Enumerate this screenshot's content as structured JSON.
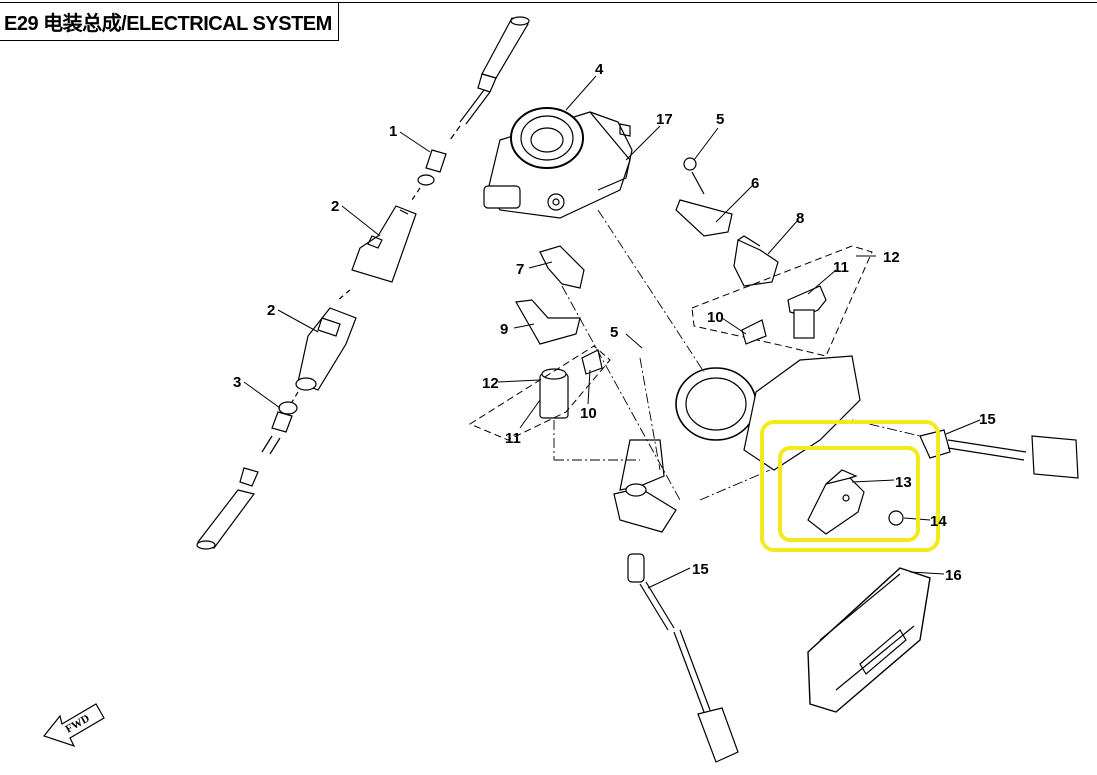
{
  "diagram": {
    "title": "E29 电装总成/ELECTRICAL SYSTEM",
    "direction_label": "FWD",
    "highlight_color": "#f3ea1b",
    "callouts": {
      "c1": "1",
      "c2a": "2",
      "c2b": "2",
      "c3": "3",
      "c4": "4",
      "c5a": "5",
      "c5b": "5",
      "c6": "6",
      "c7": "7",
      "c8": "8",
      "c9": "9",
      "c10a": "10",
      "c10b": "10",
      "c11a": "11",
      "c11b": "11",
      "c12a": "12",
      "c12b": "12",
      "c13": "13",
      "c14": "14",
      "c15a": "15",
      "c15b": "15",
      "c16": "16",
      "c17": "17"
    }
  }
}
